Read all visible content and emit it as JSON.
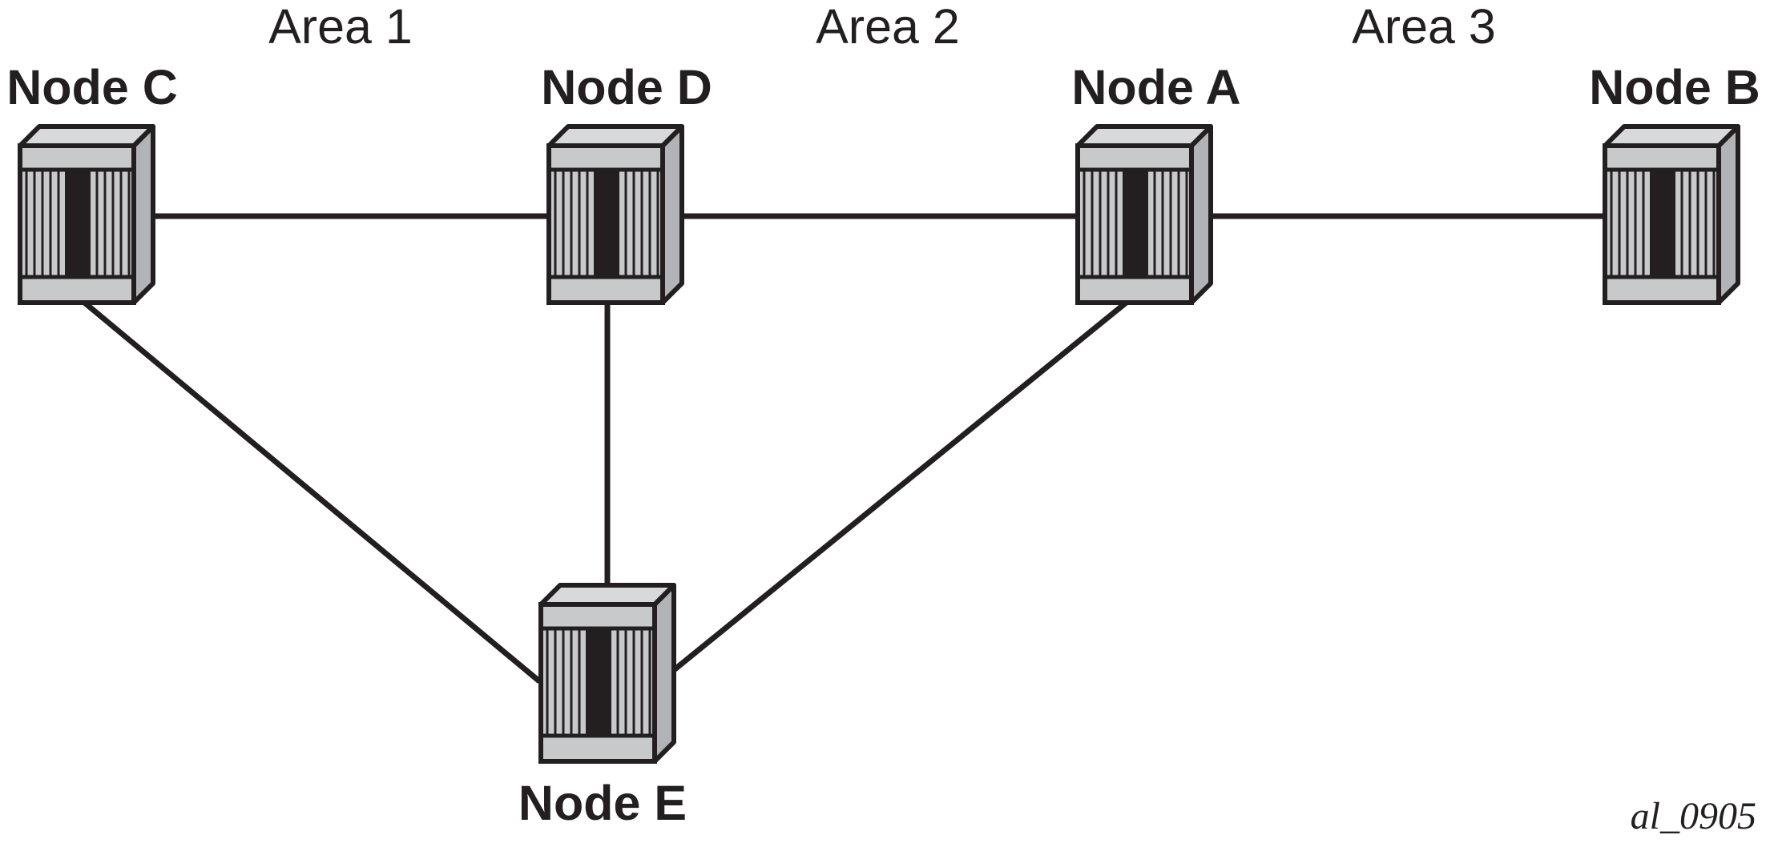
{
  "areas": [
    {
      "id": "area-1",
      "label": "Area 1"
    },
    {
      "id": "area-2",
      "label": "Area 2"
    },
    {
      "id": "area-3",
      "label": "Area 3"
    }
  ],
  "nodes": [
    {
      "id": "node-c",
      "label": "Node C"
    },
    {
      "id": "node-d",
      "label": "Node D"
    },
    {
      "id": "node-a",
      "label": "Node A"
    },
    {
      "id": "node-b",
      "label": "Node B"
    },
    {
      "id": "node-e",
      "label": "Node E"
    }
  ],
  "links": [
    {
      "from": "node-c",
      "to": "node-d"
    },
    {
      "from": "node-d",
      "to": "node-a"
    },
    {
      "from": "node-a",
      "to": "node-b"
    },
    {
      "from": "node-c",
      "to": "node-e"
    },
    {
      "from": "node-d",
      "to": "node-e"
    },
    {
      "from": "node-a",
      "to": "node-e"
    }
  ],
  "figure_id": "al_0905",
  "colors": {
    "outline": "#231f20",
    "device_face": "#c8c9cb",
    "device_side": "#b1b3b6",
    "device_top": "#d8d9db",
    "device_core": "#231f20",
    "background": "#ffffff"
  }
}
